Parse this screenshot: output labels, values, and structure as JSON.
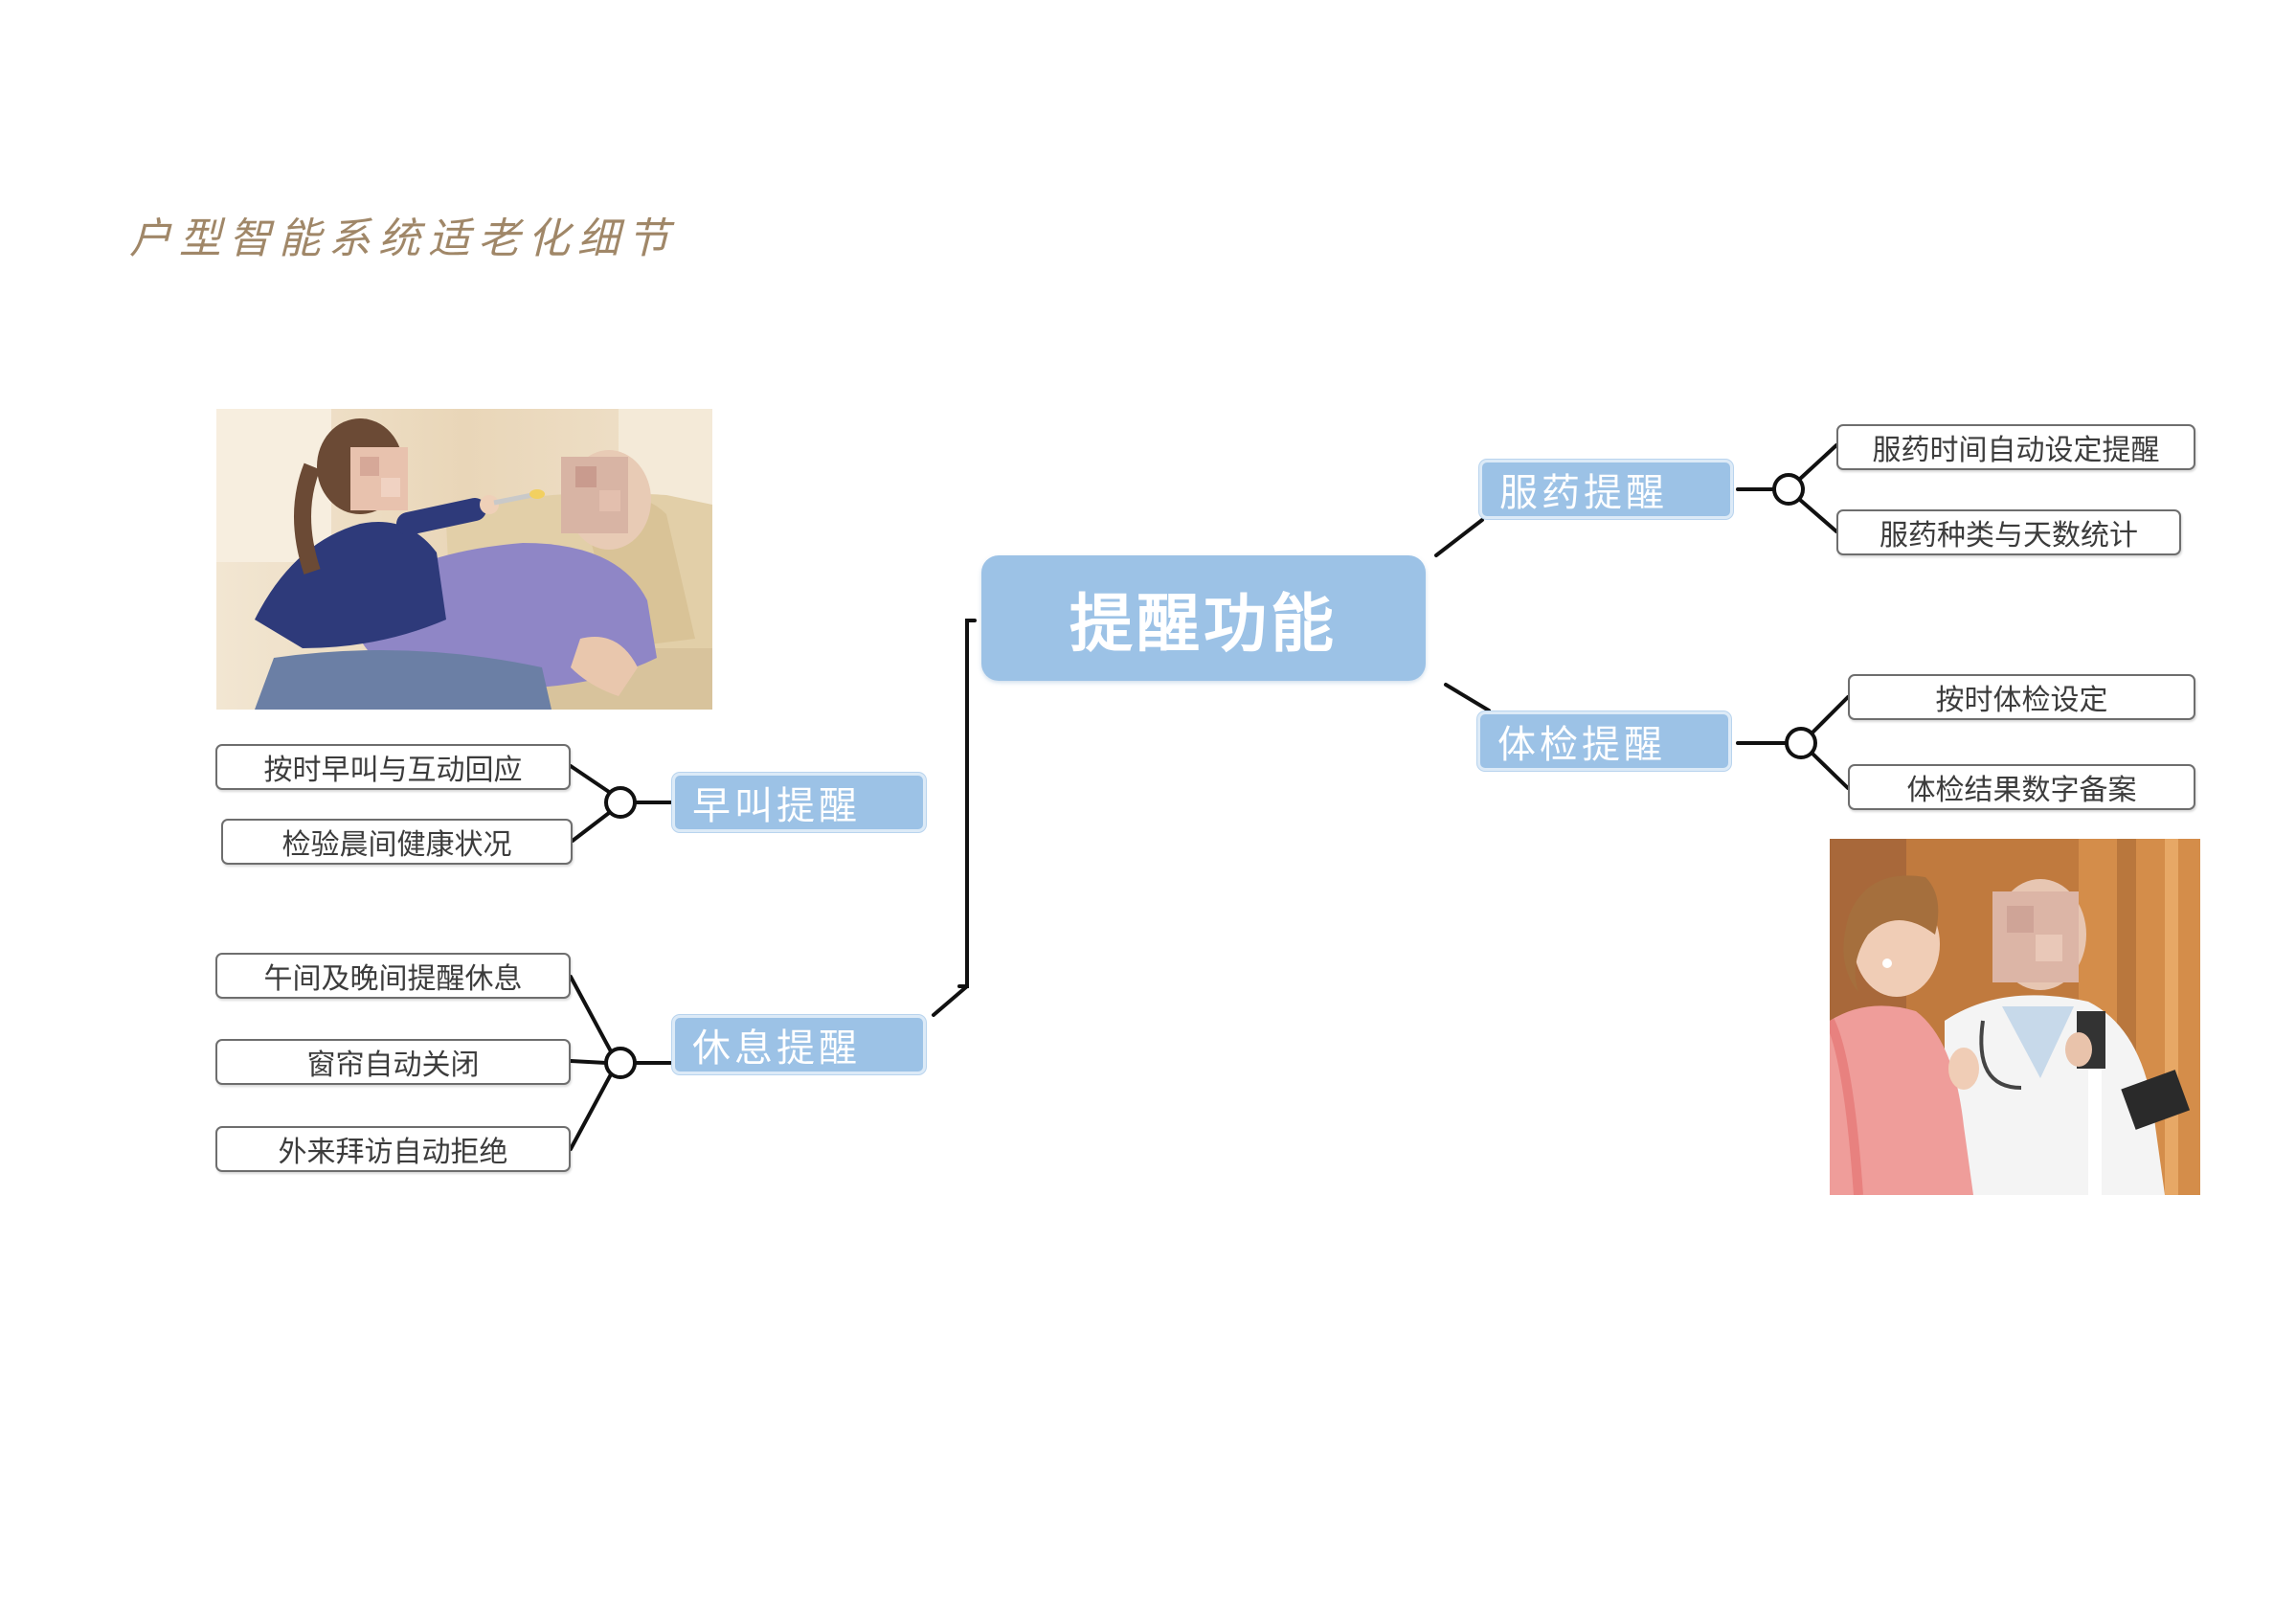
{
  "page": {
    "title": "户型智能系统适老化细节"
  },
  "center": {
    "label": "提醒功能"
  },
  "branches": {
    "medicine": {
      "label": "服药提醒",
      "items": [
        "服药时间自动设定提醒",
        "服药种类与天数统计"
      ]
    },
    "checkup": {
      "label": "体检提醒",
      "items": [
        "按时体检设定",
        "体检结果数字备案"
      ]
    },
    "morning": {
      "label": "早叫提醒",
      "items": [
        "按时早叫与互动回应",
        "检验晨间健康状况"
      ]
    },
    "rest": {
      "label": "休息提醒",
      "items": [
        "午间及晚间提醒休息",
        "窗帘自动关闭",
        "外来拜访自动拒绝"
      ]
    }
  },
  "photos": [
    {
      "name": "photo-child-feeding-elder"
    },
    {
      "name": "photo-doctor-consultation"
    }
  ],
  "colors": {
    "node": "#9cc2e6",
    "title": "#a08768",
    "line": "#111111"
  }
}
